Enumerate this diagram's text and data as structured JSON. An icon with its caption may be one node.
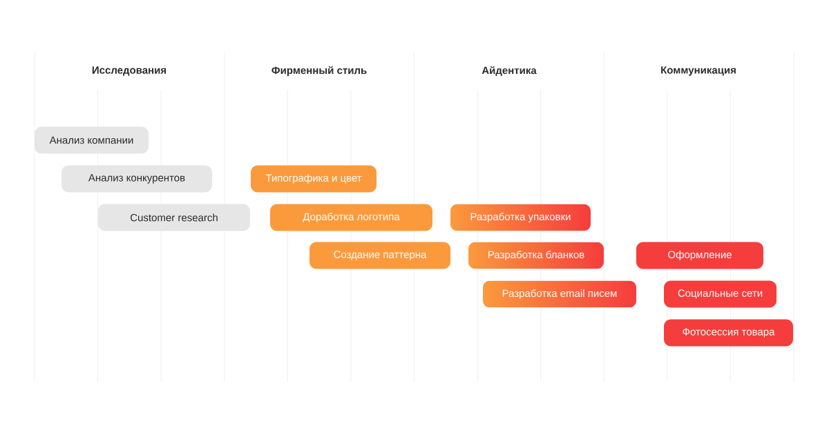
{
  "diagram": {
    "nodes": [
      {
        "text": [
          "Анализ компании"
        ]
      },
      {
        "text": [
          "Анализ конкурентов"
        ]
      },
      {
        "text": [
          "Customer research"
        ]
      },
      {
        "text": [
          "Типографика и цвет"
        ]
      },
      {
        "text": [
          "Доработка логотипа"
        ]
      },
      {
        "text": [
          "Создание паттерна"
        ]
      },
      {
        "text": [
          "Разработка упаковки"
        ]
      },
      {
        "text": [
          "Разработка бланков"
        ]
      },
      {
        "text": [
          "Разработка email писем"
        ]
      },
      {
        "text": [
          "Оформление"
        ]
      },
      {
        "text": [
          "Социальные сети"
        ]
      },
      {
        "text": [
          "Фотосессия товара"
        ]
      }
    ],
    "labels": [
      "Исследования",
      "Фирменный стиль",
      "Айдентика",
      "Коммуникация"
    ]
  }
}
